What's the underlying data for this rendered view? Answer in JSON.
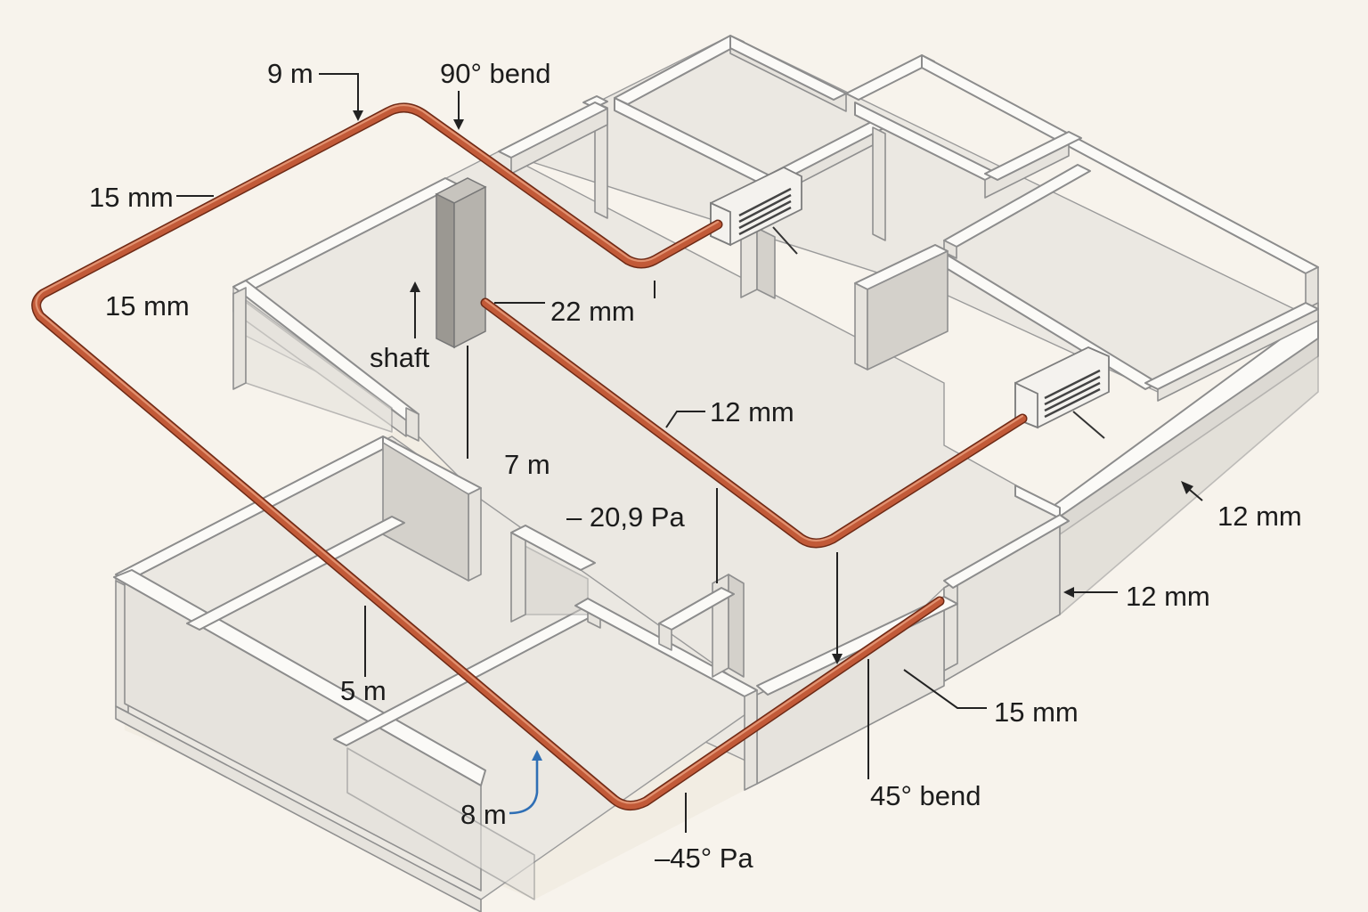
{
  "labels": {
    "run_9m": "9 m",
    "bend_90": "90° bend",
    "pipe_15mm_upper": "15 mm",
    "pipe_15mm_mid": "15 mm",
    "shaft": "shaft",
    "pipe_22mm": "22 mm",
    "pipe_12mm_center": "12 mm",
    "run_7m": "7 m",
    "pressure_20_9": "– 20,9 Pa",
    "pipe_12mm_right_upper": "12 mm",
    "pipe_12mm_right_lower": "12 mm",
    "run_5m": "5 m",
    "pipe_15mm_lower": "15 mm",
    "run_8m": "8 m",
    "bend_45": "45° bend",
    "pressure_45": "–45° Pa"
  },
  "icons": {
    "indoor_unit": "wall-mounted-ac-unit-icon",
    "shaft": "vertical-shaft-column"
  },
  "colors": {
    "pipe": "#c25a38",
    "background": "#f7f3ec",
    "wall": "#fbfaf7",
    "accent_leader": "#2f6fb5"
  }
}
